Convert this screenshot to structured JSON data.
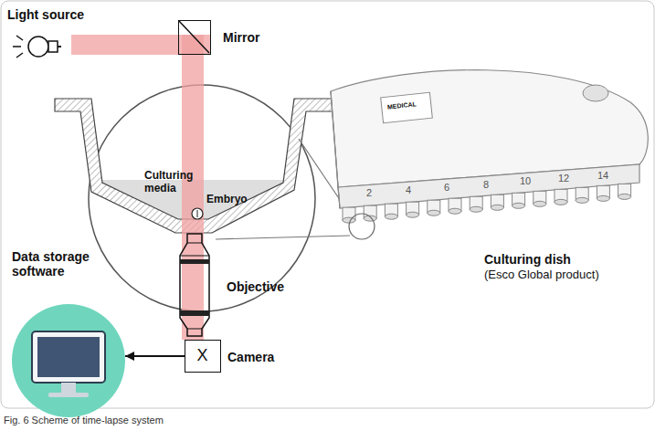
{
  "diagram": {
    "caption": "Fig. 6 Scheme of time-lapse system",
    "nodes": [
      {
        "text": [
          "Light source"
        ]
      },
      {
        "text": [
          "Mirror"
        ]
      },
      {
        "text": [
          "Data storage software"
        ]
      },
      {
        "text": [
          "Objective"
        ]
      },
      {
        "text": [
          "X",
          "Camera"
        ]
      }
    ],
    "edges": [
      {
        "from": 4,
        "to": 2,
        "arrow": "to"
      }
    ],
    "labels": [
      "Culturing media",
      "Embryo",
      "Culturing dish",
      "(Esco Global product)",
      "MEDICAL",
      "2",
      "4",
      "6",
      "8",
      "10",
      "12",
      "14"
    ]
  }
}
